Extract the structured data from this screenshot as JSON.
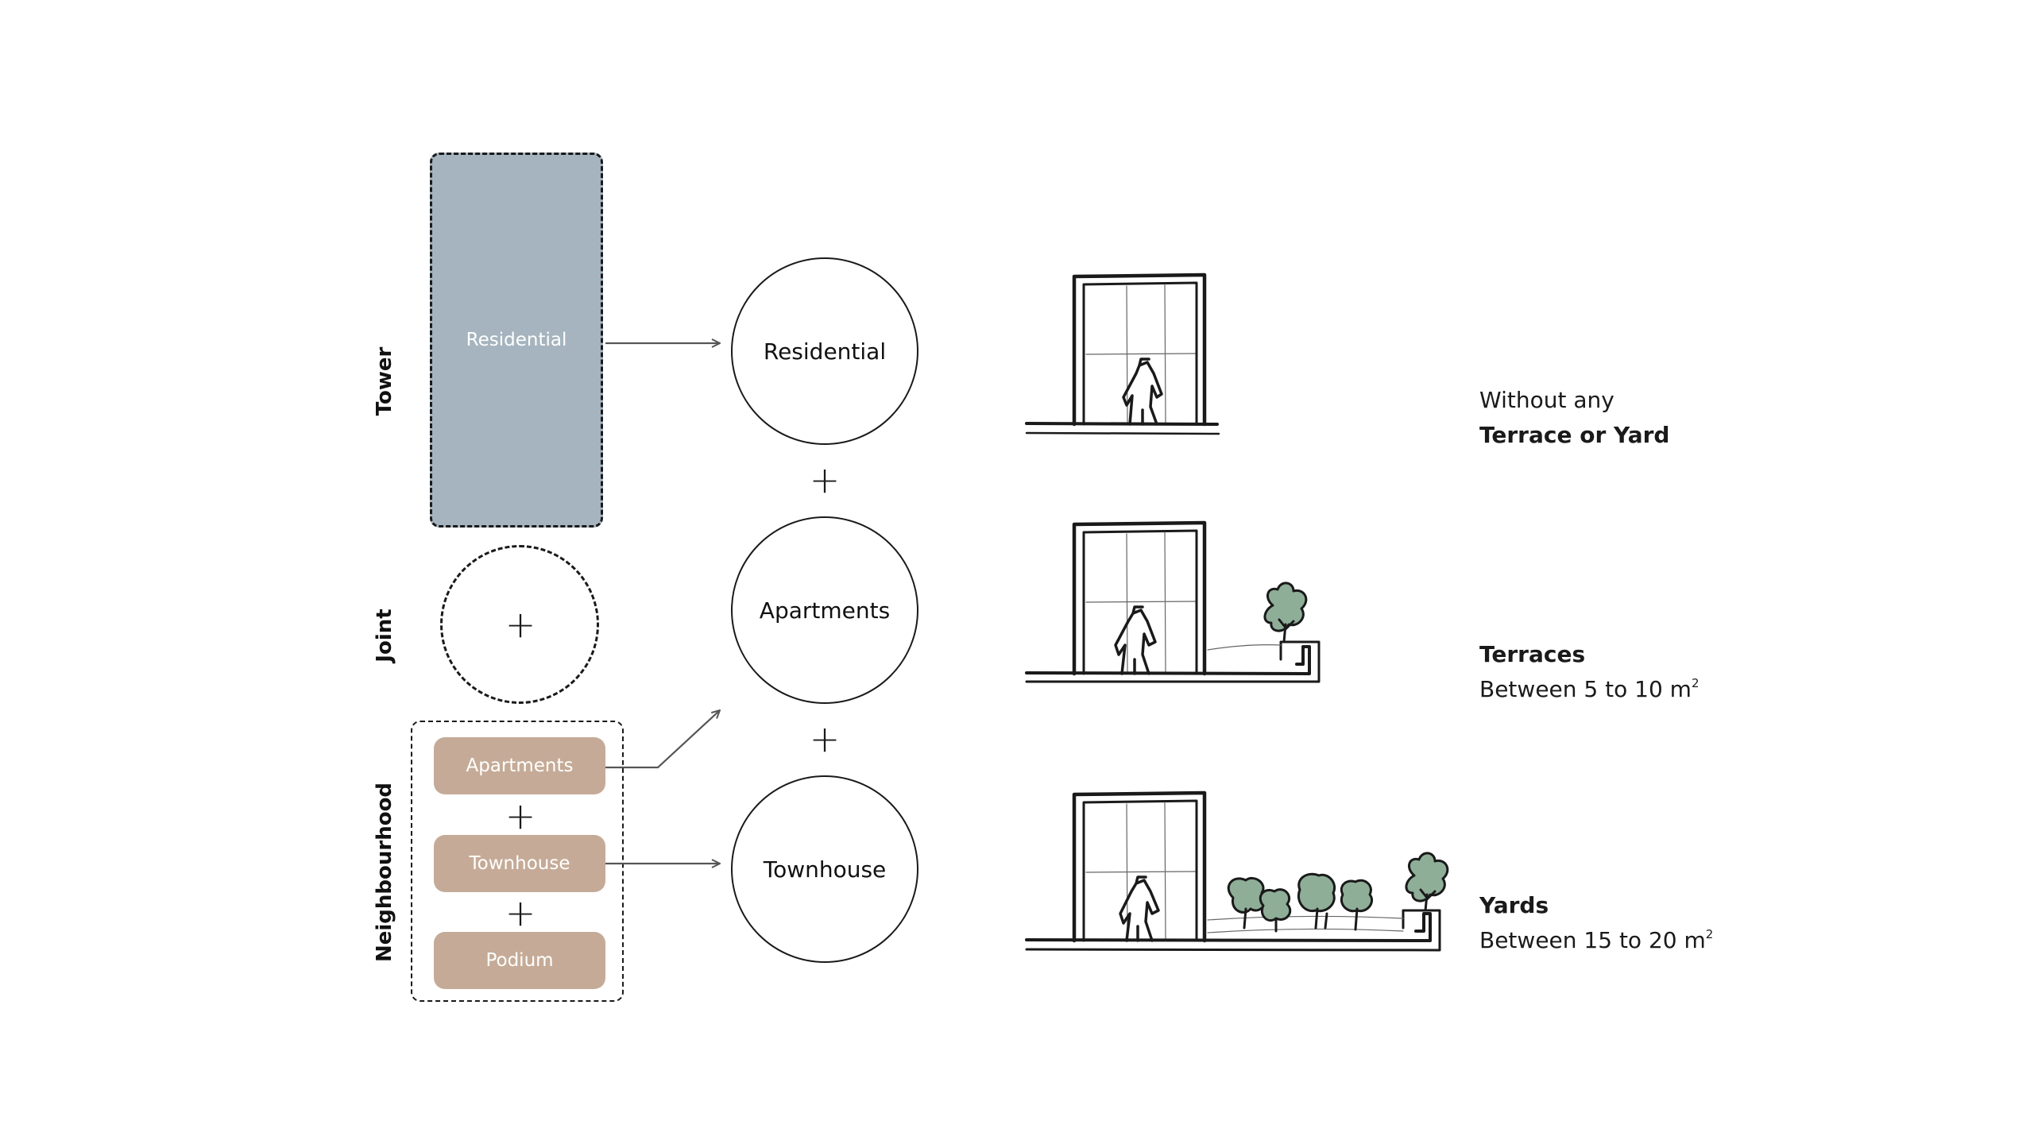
{
  "groups": {
    "tower": "Tower",
    "joint": "Joint",
    "neighbourhood": "Neighbourhood"
  },
  "tower_block": {
    "label": "Residential",
    "color": "#a5b4be"
  },
  "neighbourhood_pills": [
    {
      "label": "Apartments"
    },
    {
      "label": "Townhouse"
    },
    {
      "label": "Podium"
    }
  ],
  "pill_color": "#c5ab97",
  "plus_symbol": "+",
  "typologies": [
    {
      "label": "Residential"
    },
    {
      "label": "Apartments"
    },
    {
      "label": "Townhouse"
    }
  ],
  "outdoor_space": [
    {
      "line1": "Without any",
      "line2": "Terrace or Yard",
      "bold_line": 2,
      "unit_sup": ""
    },
    {
      "line1": "Terraces",
      "line2": "Between 5 to 10 m",
      "bold_line": 1,
      "unit_sup": "2"
    },
    {
      "line1": "Yards",
      "line2": "Between 15 to 20 m",
      "bold_line": 1,
      "unit_sup": "2"
    }
  ],
  "colors": {
    "line": "#1a1a1a",
    "arrow": "#555555",
    "tree_fill": "#8fae98"
  }
}
